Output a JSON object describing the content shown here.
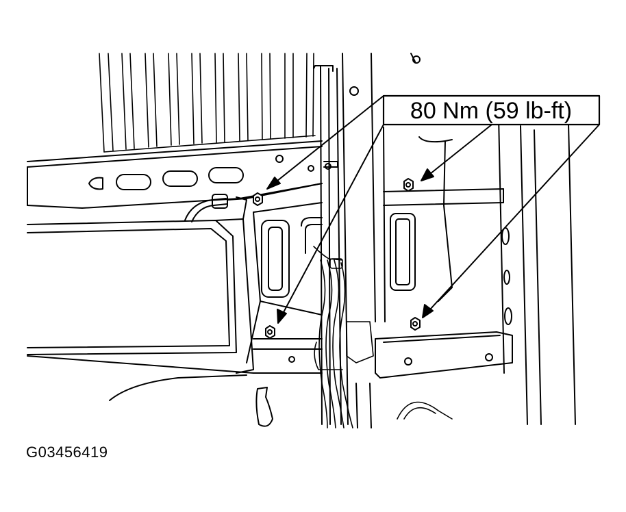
{
  "callout": {
    "torque_label": "80 Nm (59 lb-ft)",
    "fastener_count": 4
  },
  "figure": {
    "id": "G03456419"
  },
  "colors": {
    "ink": "#000000",
    "paper": "#ffffff"
  }
}
